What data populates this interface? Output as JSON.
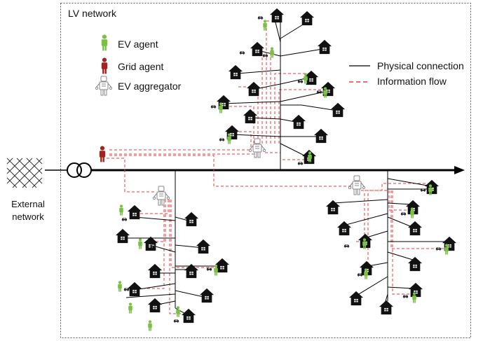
{
  "network_label": "LV network",
  "external_label_line1": "External",
  "external_label_line2": "network",
  "legend": {
    "ev_agent": "EV agent",
    "grid_agent": "Grid agent",
    "ev_aggregator": "EV aggregator",
    "physical_connection": "Physical connection",
    "information_flow": "Information flow"
  },
  "colors": {
    "ev_agent": "#7ac143",
    "grid_agent": "#a3231f",
    "information_flow": "#e8383d",
    "physical_connection": "#000000",
    "aggregator": "#9a9a9a",
    "house": "#111111"
  },
  "icons": {
    "ev_agent": "person-icon-green",
    "grid_agent": "person-icon-red",
    "ev_aggregator": "robot-aggregator-icon",
    "house": "house-icon",
    "car": "car-icon",
    "transformer": "transformer-icon",
    "external_network": "mesh-grid-icon"
  }
}
